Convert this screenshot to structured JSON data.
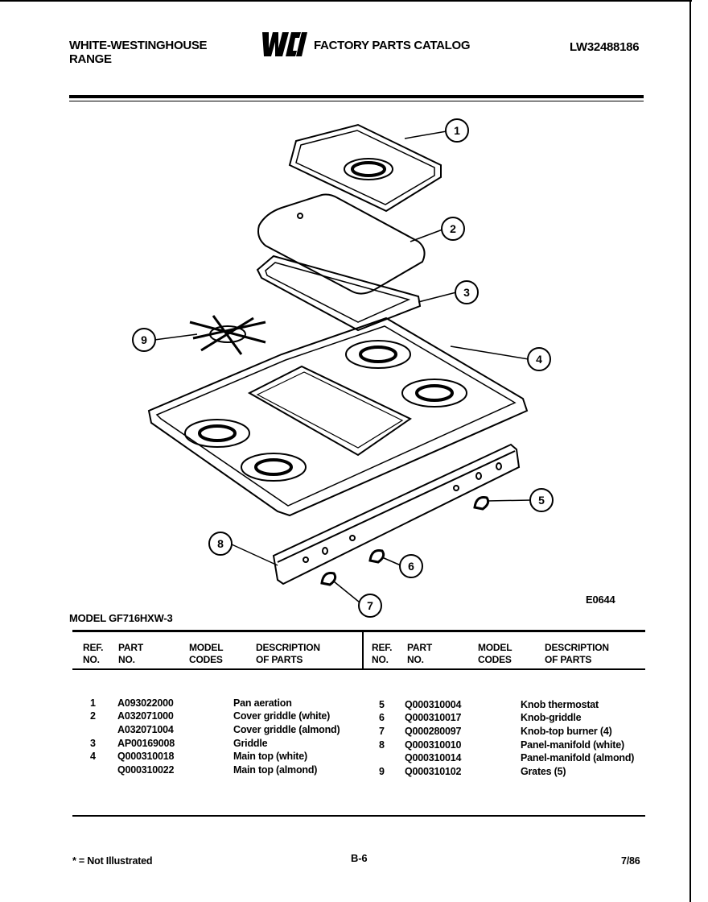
{
  "header": {
    "brand": "WHITE-WESTINGHOUSE",
    "product": "RANGE",
    "logo_text": "WCI",
    "catalog_title": "FACTORY PARTS CATALOG",
    "catalog_number": "LW32488186"
  },
  "diagram": {
    "code": "E0644",
    "callouts": [
      "1",
      "2",
      "3",
      "4",
      "5",
      "6",
      "7",
      "8",
      "9"
    ]
  },
  "model_label": "MODEL GF716HXW-3",
  "table": {
    "headers": {
      "ref": [
        "REF.",
        "NO."
      ],
      "part": [
        "PART",
        "NO."
      ],
      "model": [
        "MODEL",
        "CODES"
      ],
      "desc": [
        "DESCRIPTION",
        "OF PARTS"
      ]
    },
    "left_rows": [
      {
        "ref": "1",
        "part": "A093022000",
        "desc": "Pan aeration"
      },
      {
        "ref": "2",
        "part": "A032071000",
        "desc": "Cover griddle (white)"
      },
      {
        "ref": "",
        "part": "A032071004",
        "desc": "Cover griddle (almond)"
      },
      {
        "ref": "3",
        "part": "AP00169008",
        "desc": "Griddle"
      },
      {
        "ref": "4",
        "part": "Q000310018",
        "desc": "Main top (white)"
      },
      {
        "ref": "",
        "part": "Q000310022",
        "desc": "Main top (almond)"
      }
    ],
    "right_rows": [
      {
        "ref": "5",
        "part": "Q000310004",
        "desc": "Knob thermostat"
      },
      {
        "ref": "6",
        "part": "Q000310017",
        "desc": "Knob-griddle"
      },
      {
        "ref": "7",
        "part": "Q000280097",
        "desc": "Knob-top burner (4)"
      },
      {
        "ref": "8",
        "part": "Q000310010",
        "desc": "Panel-manifold (white)"
      },
      {
        "ref": "",
        "part": "Q000310014",
        "desc": "Panel-manifold (almond)"
      },
      {
        "ref": "9",
        "part": "Q000310102",
        "desc": "Grates (5)"
      }
    ]
  },
  "footer": {
    "note": "* = Not Illustrated",
    "page": "B-6",
    "date": "7/86"
  }
}
